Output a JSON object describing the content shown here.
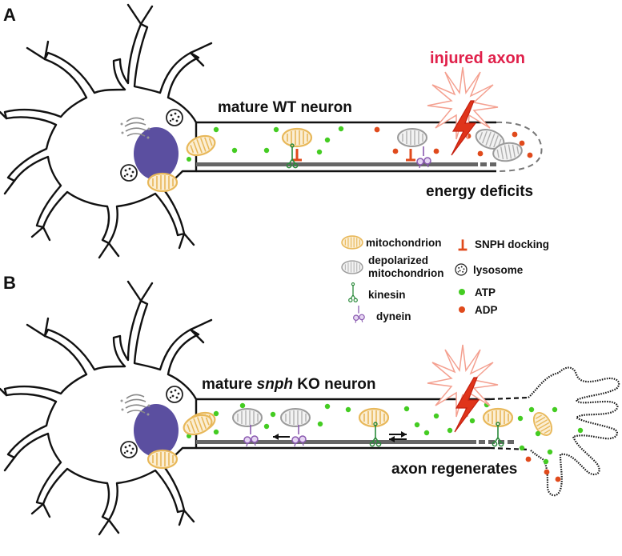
{
  "panels": {
    "a": {
      "letter": "A",
      "neuron_label": "mature WT neuron",
      "injury_label": "injured axon",
      "outcome_label": "energy deficits"
    },
    "b": {
      "letter": "B",
      "neuron_label_prefix": "mature ",
      "neuron_label_italic": "snph",
      "neuron_label_suffix": " KO neuron",
      "outcome_label": "axon regenerates"
    }
  },
  "legend": {
    "mitochondrion": "mitochondrion",
    "depolarized_line1": "depolarized",
    "depolarized_line2": "mitochondrion",
    "kinesin": "kinesin",
    "dynein": "dynein",
    "snph_docking": "SNPH docking",
    "lysosome": "lysosome",
    "atp": "ATP",
    "adp": "ADP"
  },
  "colors": {
    "mitochondrion": "#e8b85a",
    "depolarized": "#9a9a9a",
    "nucleus": "#5b4fa0",
    "atp": "#44cc22",
    "adp": "#e04a1c",
    "snph": "#e04a1c",
    "kinesin": "#2a8a3a",
    "dynein": "#8a5ab0",
    "lightning": "#e0341a",
    "injury_text": "#e0204a"
  },
  "icons": [
    "lightning-bolt-icon",
    "mitochondrion-icon",
    "depolarized-mitochondrion-icon",
    "kinesin-icon",
    "dynein-icon",
    "snph-docking-icon",
    "lysosome-icon",
    "atp-dot-icon",
    "adp-dot-icon",
    "arrow-left-icon",
    "bidirectional-arrow-icon"
  ]
}
